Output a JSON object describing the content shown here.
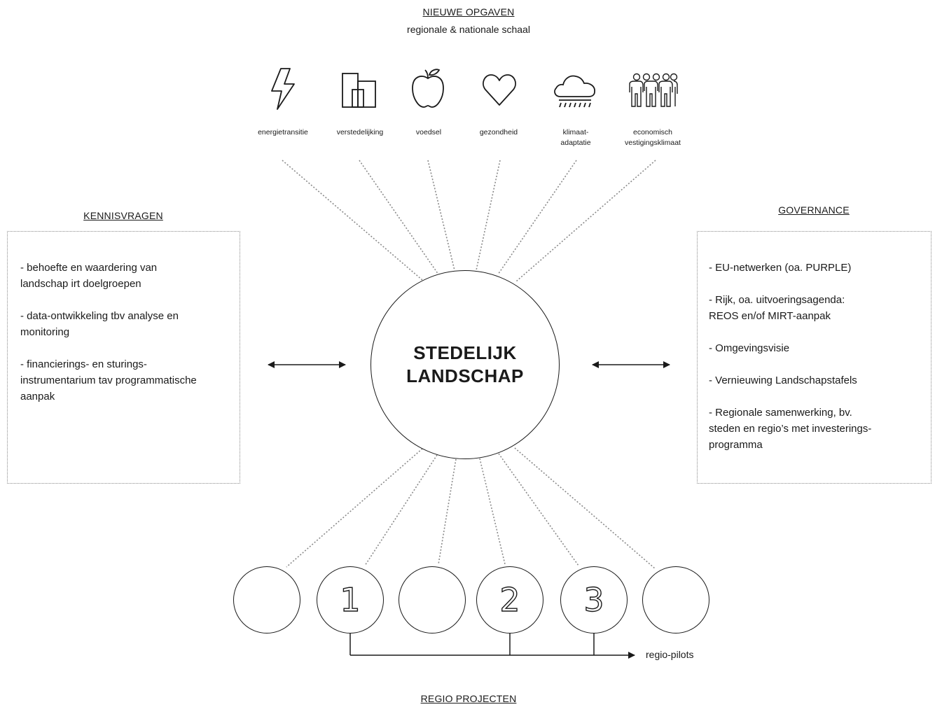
{
  "nieuwe_opgaven": {
    "heading": "NIEUWE OPGAVEN",
    "subheading": "regionale & nationale schaal",
    "themes": [
      {
        "label": "energietransitie",
        "icon": "lightning-icon"
      },
      {
        "label": "verstedelijking",
        "icon": "buildings-icon"
      },
      {
        "label": "voedsel",
        "icon": "apple-icon"
      },
      {
        "label": "gezondheid",
        "icon": "heart-icon"
      },
      {
        "label": "klimaat-\nadaptatie",
        "icon": "rain-cloud-icon"
      },
      {
        "label": "economisch\nvestigingsklimaat",
        "icon": "people-group-icon"
      }
    ]
  },
  "kennisvragen": {
    "heading": "KENNISVRAGEN",
    "items": [
      "- behoefte en waardering van\nlandschap irt doelgroepen",
      "- data-ontwikkeling tbv analyse en\nmonitoring",
      "- financierings- en sturings-\ninstrumentarium tav programmatische\naanpak"
    ]
  },
  "governance": {
    "heading": "GOVERNANCE",
    "items": [
      "- EU-netwerken (oa. PURPLE)",
      "- Rijk, oa. uitvoeringsagenda:\nREOS en/of MIRT-aanpak",
      "- Omgevingsvisie",
      "- Vernieuwing Landschapstafels",
      "- Regionale samenwerking, bv.\nsteden en regio’s met investerings-\nprogramma"
    ]
  },
  "center": {
    "title": "STEDELIJK\nLANDSCHAP"
  },
  "regio_projecten": {
    "heading": "REGIO PROJECTEN",
    "pilot_label": "regio-pilots",
    "circles": [
      "",
      "1",
      "",
      "2",
      "3",
      ""
    ]
  },
  "colors": {
    "stroke": "#1a1a1a",
    "dotted": "#8a8a8a"
  }
}
